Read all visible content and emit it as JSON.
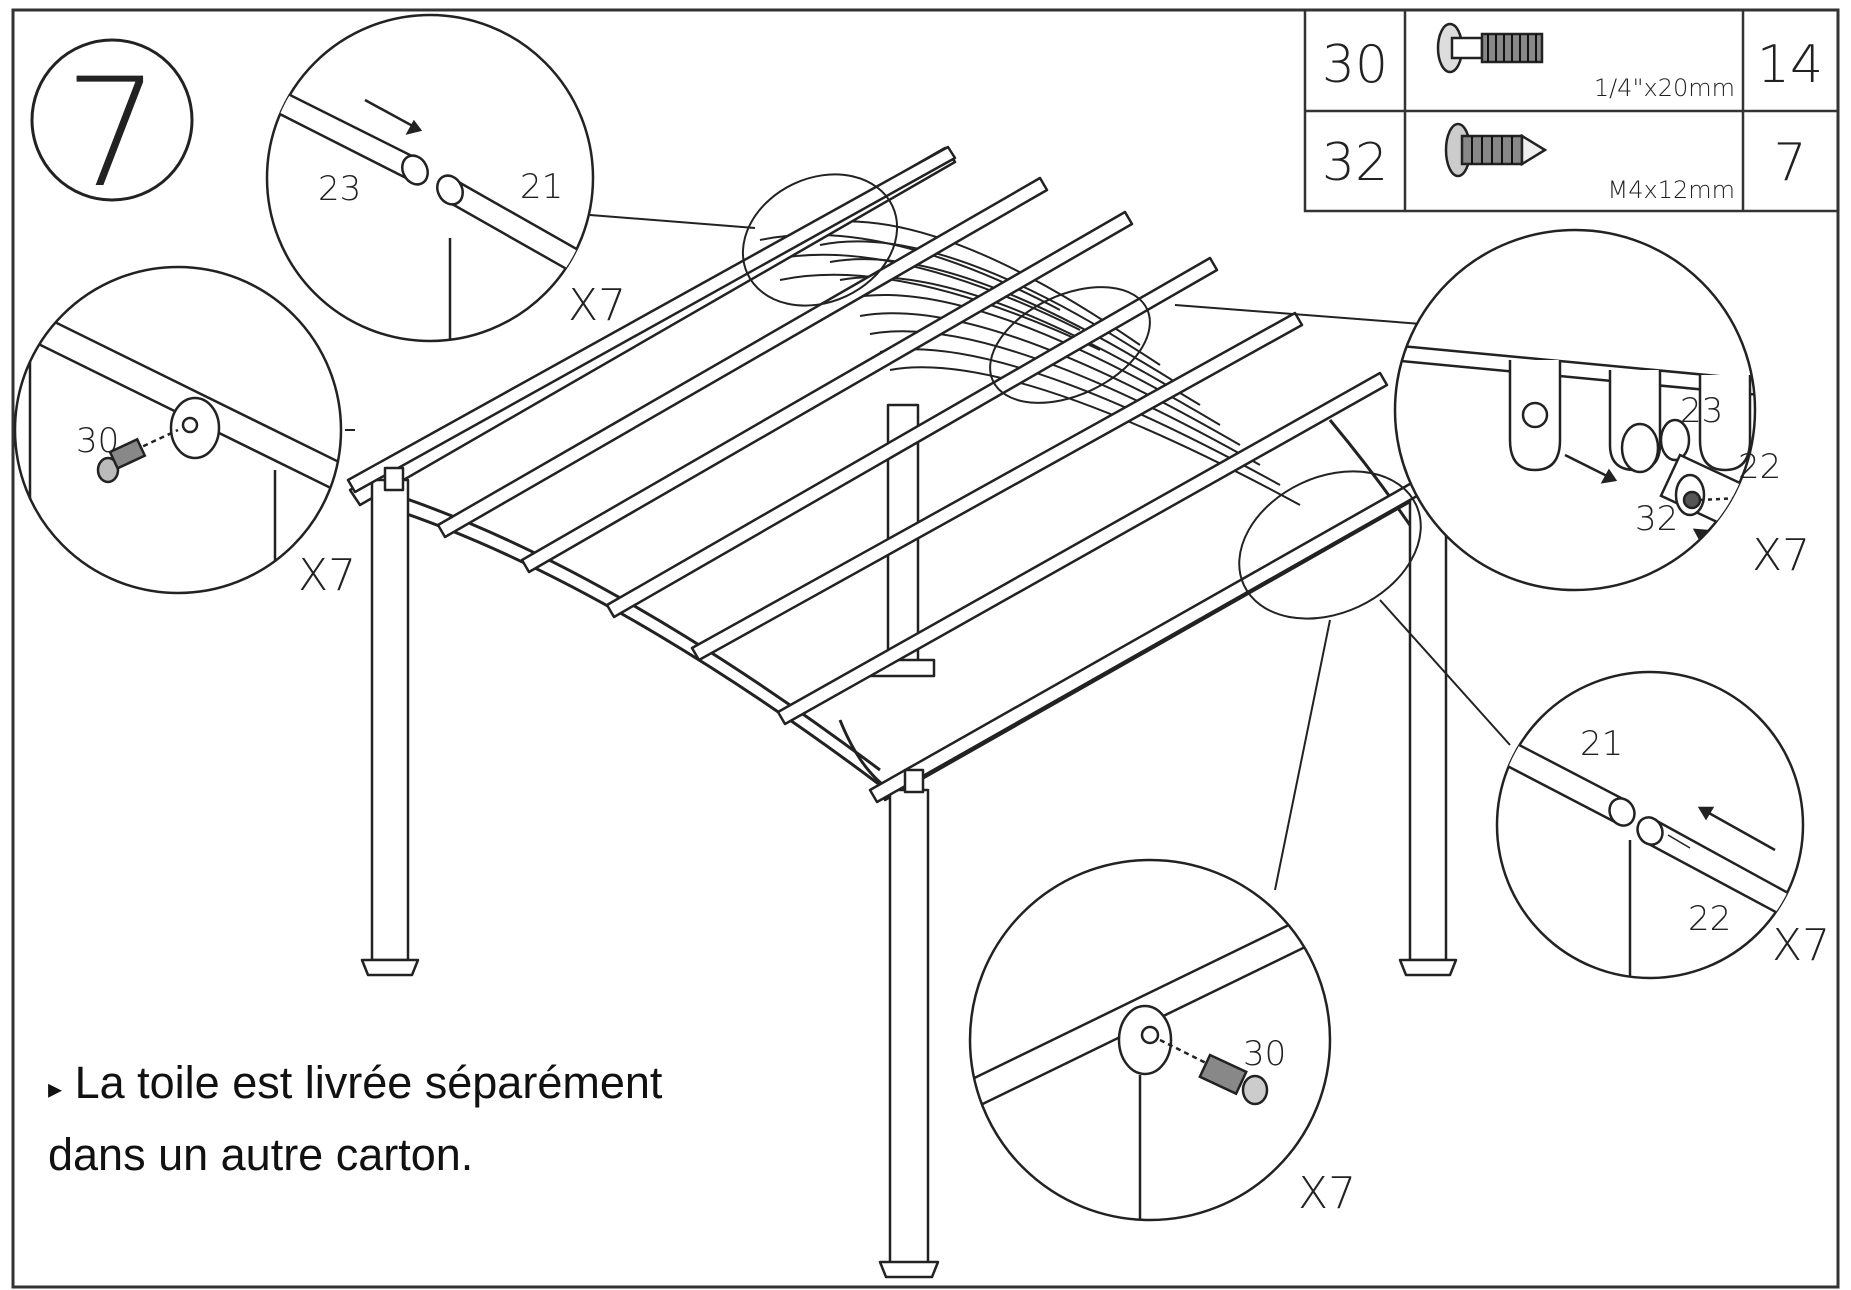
{
  "step": {
    "number": "7"
  },
  "hardware_table": {
    "rows": [
      {
        "part": "30",
        "size": "1/4\"x20mm",
        "qty": "14",
        "icon": "bolt-icon"
      },
      {
        "part": "32",
        "size": "M4x12mm",
        "qty": "7",
        "icon": "self-tapping-screw-icon"
      }
    ]
  },
  "details": {
    "top_left": {
      "part_a": "23",
      "part_b": "21",
      "multiplier": "X7"
    },
    "left": {
      "part": "30",
      "multiplier": "X7"
    },
    "right": {
      "part_a": "23",
      "part_b": "22",
      "screw": "32",
      "multiplier": "X7"
    },
    "lower_right": {
      "part_a": "21",
      "part_b": "22",
      "multiplier": "X7"
    },
    "bottom": {
      "part": "30",
      "multiplier": "X7"
    }
  },
  "note": {
    "marker": "▸",
    "text": "La toile est livrée séparément dans un autre carton."
  }
}
